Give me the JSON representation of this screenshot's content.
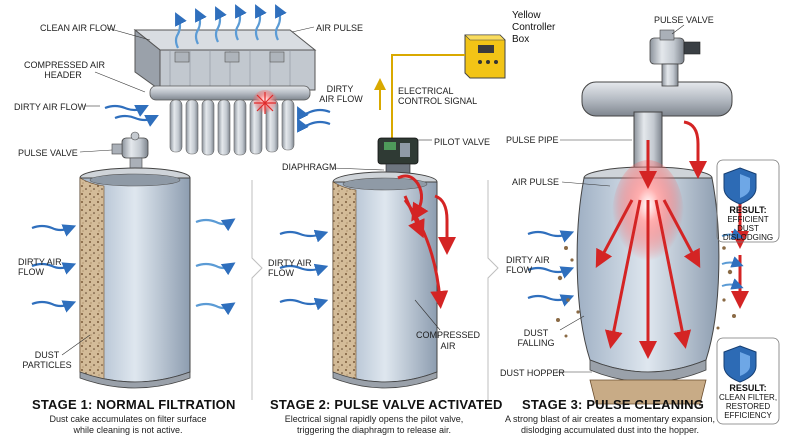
{
  "stage1": {
    "title": "STAGE 1: NORMAL FILTRATION",
    "caption_line1": "Dust cake accumulates on filter surface",
    "caption_line2": "while cleaning is not active.",
    "labels": {
      "clean_air_flow": "CLEAN AIR FLOW",
      "compressed_air_header_1": "COMPRESSED AIR",
      "compressed_air_header_2": "HEADER",
      "dirty_air_flow_left": "DIRTY AIR FLOW",
      "air_pulse": "AIR PULSE",
      "dirty_air_flow_right_1": "DIRTY",
      "dirty_air_flow_right_2": "AIR FLOW",
      "pulse_valve": "PULSE VALVE",
      "dirty_air_flow_low_1": "DIRTY AIR",
      "dirty_air_flow_low_2": "FLOW",
      "dust_particles_1": "DUST",
      "dust_particles_2": "PARTICLES"
    }
  },
  "stage2": {
    "title": "STAGE 2: PULSE VALVE ACTIVATED",
    "caption_line1": "Electrical signal rapidly opens the pilot valve,",
    "caption_line2": "triggering the diaphragm to release air.",
    "labels": {
      "controller_1": "Yellow",
      "controller_2": "Controller",
      "controller_3": "Box",
      "electrical_signal_1": "ELECTRICAL",
      "electrical_signal_2": "CONTROL SIGNAL",
      "pilot_valve": "PILOT VALVE",
      "diaphragm": "DIAPHRAGM",
      "dirty_air_flow_1": "DIRTY AIR",
      "dirty_air_flow_2": "FLOW",
      "compressed_air_1": "COMPRESSED",
      "compressed_air_2": "AIR"
    }
  },
  "stage3": {
    "title": "STAGE 3: PULSE CLEANING",
    "caption_line1": "A strong blast of air creates a momentary expansion,",
    "caption_line2": "dislodging accumulated dust into the hopper.",
    "labels": {
      "pulse_valve": "PULSE VALVE",
      "pulse_pipe": "PULSE PIPE",
      "air_pulse": "AIR PULSE",
      "dirty_air_flow_1": "DIRTY AIR",
      "dirty_air_flow_2": "FLOW",
      "dust_falling_1": "DUST",
      "dust_falling_2": "FALLING",
      "dust_hopper": "DUST HOPPER"
    },
    "result1": {
      "title": "RESULT:",
      "line1": "EFFICIENT DUST",
      "line2": "DISLODGING"
    },
    "result2": {
      "title": "RESULT:",
      "line1": "CLEAN FILTER,",
      "line2": "RESTORED",
      "line3": "EFFICIENCY"
    }
  },
  "colors": {
    "metal": "#b9bfc7",
    "metal_dark": "#6e7680",
    "dust": "#c8ab86",
    "air_blue": "#2f6fbd",
    "pulse_red": "#d42424",
    "controller_yellow": "#f2c416",
    "shield_blue": "#2d6bb5"
  },
  "icons": [
    "shield-icon",
    "pulse-valve-icon",
    "controller-box-icon"
  ]
}
